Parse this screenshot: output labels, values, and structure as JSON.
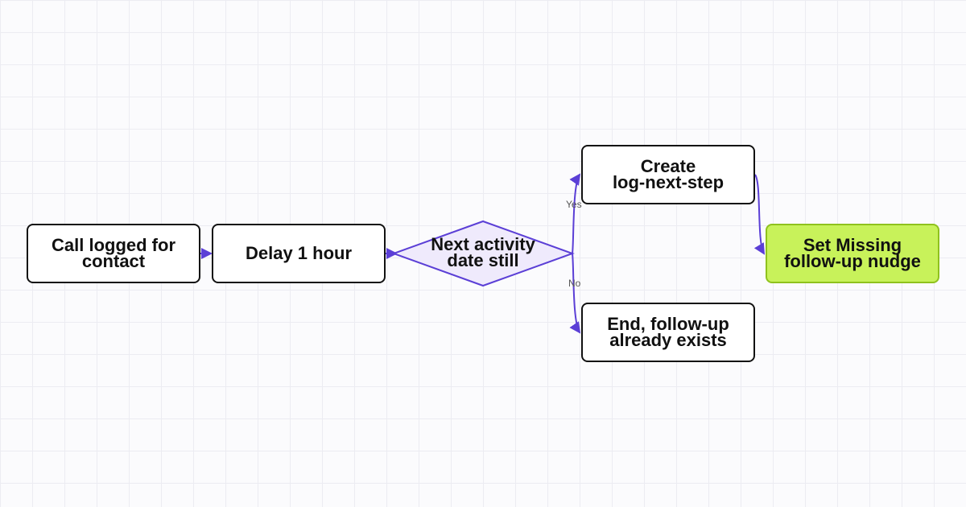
{
  "colors": {
    "edge": "#5b3fd6",
    "node_border": "#111111",
    "node_fill": "#ffffff",
    "decision_fill": "#efeafc",
    "highlight_fill": "#c8f25a",
    "highlight_border": "#8fc21d"
  },
  "nodes": {
    "start": "Call logged for\ncontact",
    "delay": "Delay 1 hour",
    "decision": "Next activity\ndate still",
    "create": "Create\nlog-next-step",
    "end": "End, follow-up\nalready exists",
    "nudge": "Set Missing\nfollow-up nudge"
  },
  "edges": {
    "yes_label": "Yes",
    "no_label": "No"
  }
}
